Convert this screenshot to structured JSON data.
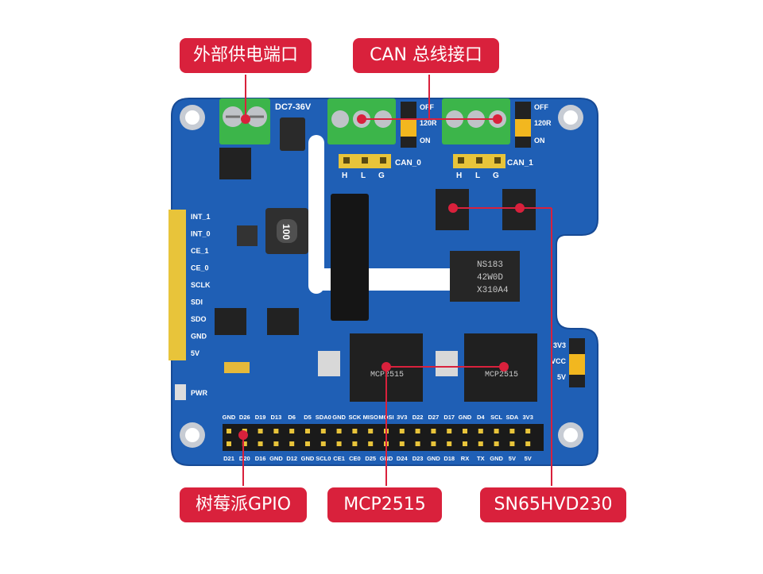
{
  "callouts": {
    "power": "外部供电端口",
    "can_port": "CAN 总线接口",
    "gpio": "树莓派GPIO",
    "mcp2515": "MCP2515",
    "transceiver": "SN65HVD230"
  },
  "silkscreen": {
    "power_voltage": "DC7-36V",
    "can0": "CAN_0",
    "can1": "CAN_1",
    "off_left": "OFF",
    "r120_left": "120R",
    "on_left": "ON",
    "off_right": "OFF",
    "r120_right": "120R",
    "on_right": "ON",
    "h": "H",
    "l": "L",
    "g": "G",
    "left_header": [
      "INT_1",
      "INT_0",
      "CE_1",
      "CE_0",
      "SCLK",
      "SDI",
      "SDO",
      "GND",
      "5V"
    ],
    "pwr": "PWR",
    "inductor": "100",
    "right_vcc": [
      "3V3",
      "VCC",
      "5V"
    ],
    "gpio_top": [
      "GND",
      "D26",
      "D19",
      "D13",
      "D6",
      "D5",
      "SDA0",
      "GND",
      "SCK",
      "MISO",
      "MOSI",
      "3V3",
      "D22",
      "D27",
      "D17",
      "GND",
      "D4",
      "SCL",
      "SDA",
      "3V3"
    ],
    "gpio_bottom": [
      "D21",
      "D20",
      "D16",
      "GND",
      "D12",
      "GND",
      "SCL0",
      "CE1",
      "CE0",
      "D25",
      "GND",
      "D24",
      "D23",
      "GND",
      "D18",
      "RX",
      "TX",
      "GND",
      "5V",
      "5V"
    ],
    "iso_chip": [
      "NS183",
      "42W0D",
      "X310A4"
    ],
    "mcp_chip": [
      "MCP2515",
      "MCP2515"
    ]
  },
  "colors": {
    "pcb": "#1f5fb5",
    "pcb_edge": "#174a95",
    "callout": "#d9213c",
    "terminal": "#3cb54a",
    "header_pin": "#e8c43a"
  }
}
